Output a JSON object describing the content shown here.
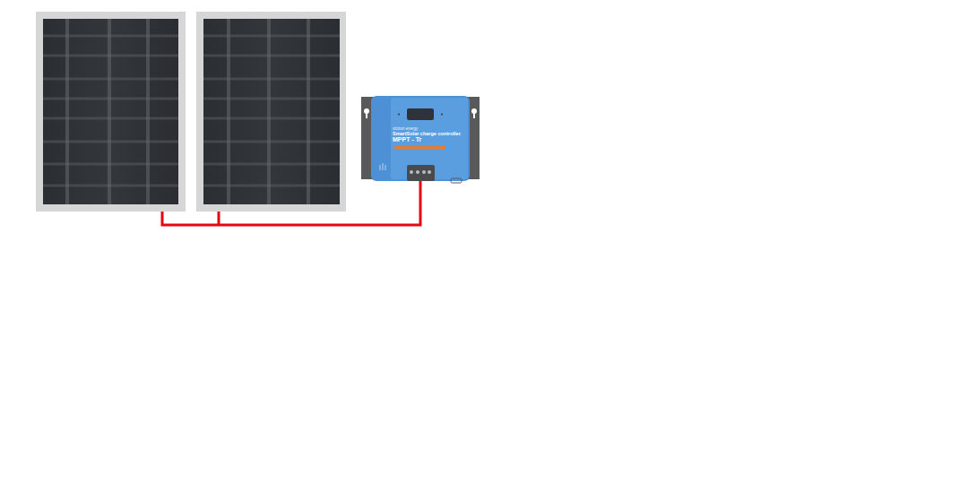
{
  "diagram": {
    "nodes": [
      {
        "text": [
          "victron energy",
          "SmartSolar charge controller",
          "MPPT - Tr"
        ]
      }
    ]
  }
}
